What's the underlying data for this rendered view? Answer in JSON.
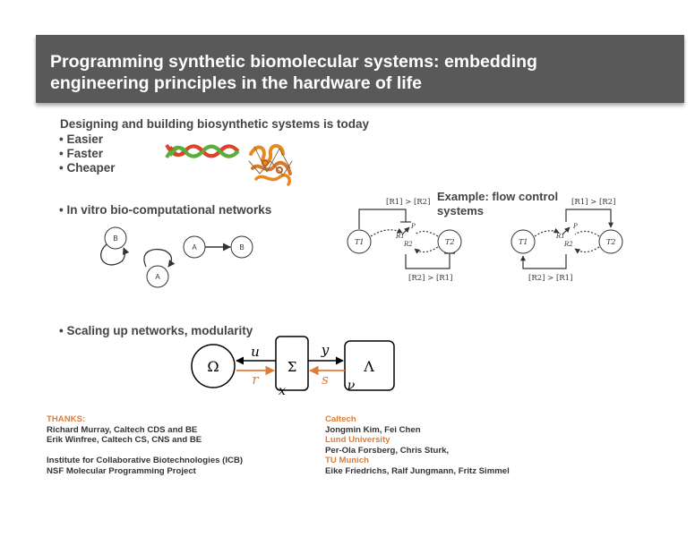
{
  "header": {
    "title_line1": "Programming synthetic biomolecular systems: embedding",
    "title_line2": "engineering principles in the hardware of life"
  },
  "intro": {
    "heading": "Designing and building biosynthetic systems is today",
    "items": [
      "• Easier",
      "• Faster",
      "• Cheaper"
    ]
  },
  "bullets": {
    "in_vitro": "• In vitro bio-computational networks",
    "scaling": "• Scaling up networks, modularity"
  },
  "example": {
    "text": "Example: flow control systems"
  },
  "network_nodes": [
    "B",
    "A",
    "A",
    "B"
  ],
  "flow_left": {
    "top_label": "[R1] > [R2]",
    "bottom_label": "[R2] > [R1]",
    "t1": "T1",
    "t2": "T2",
    "r1": "R1",
    "r2": "R2",
    "p": "P"
  },
  "flow_right": {
    "top_label": "[R1] > [R2]",
    "bottom_label": "[R2] > [R1]",
    "t1": "T1",
    "t2": "T2",
    "r1": "R1",
    "r2": "R2",
    "p": "P"
  },
  "modularity": {
    "omega": "Ω",
    "sigma": "Σ",
    "lambda": "Λ",
    "u": "u",
    "r": "r",
    "y": "y",
    "s": "s",
    "x": "x",
    "nu": "ν"
  },
  "thanks": {
    "heading": "THANKS:",
    "lines": [
      "Richard Murray, Caltech CDS and BE",
      "Erik Winfree, Caltech CS, CNS and BE",
      "",
      "Institute for Collaborative Biotechnologies (ICB)",
      "NSF Molecular Programming Project"
    ]
  },
  "collaborators": [
    {
      "org": "Caltech",
      "people": "Jongmin Kim, Fei Chen"
    },
    {
      "org": "Lund University",
      "people": "Per-Ola Forsberg, Chris Sturk,"
    },
    {
      "org": "TU Munich",
      "people": "Eike Friedrichs, Ralf Jungmann, Fritz Simmel"
    }
  ],
  "colors": {
    "banner": "#595959",
    "accent": "#e07b39",
    "dna_green": "#5aae3c",
    "dna_red": "#d9442a"
  }
}
